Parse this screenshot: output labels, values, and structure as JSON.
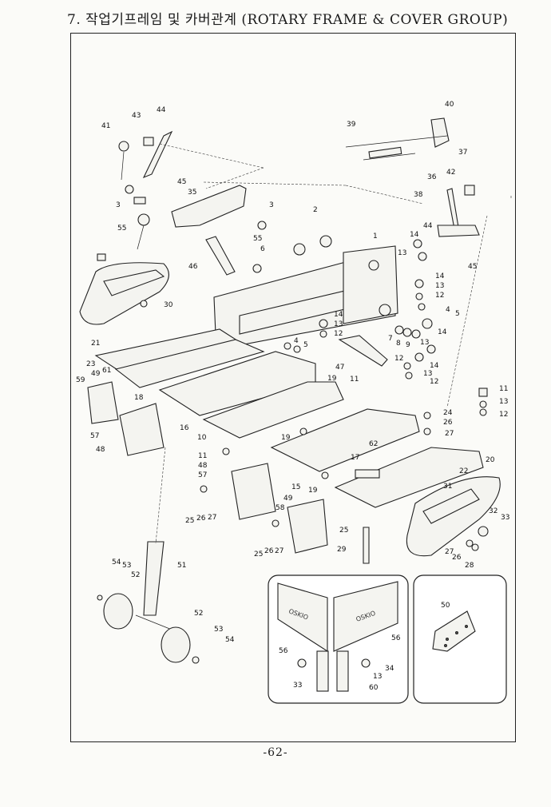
{
  "header": {
    "title": "7. 작업기프레임 및 카버관계 (ROTARY FRAME & COVER GROUP)"
  },
  "footer": {
    "page_number": "-62-"
  },
  "inset_left": {
    "plate_stamp": "OSKIO"
  },
  "callouts": {
    "c40": "40",
    "c39": "39",
    "c37": "37",
    "c36": "36",
    "c38": "38",
    "c42": "42",
    "c44a": "44",
    "c43": "43",
    "c41": "41",
    "c45a": "45",
    "c35": "35",
    "c3a": "3",
    "c55a": "55",
    "c3b": "3",
    "c2": "2",
    "c1": "1",
    "c14a": "14",
    "c13a": "13",
    "c45b": "45",
    "c55b": "55",
    "c6": "6",
    "c46": "46",
    "c44b": "44",
    "c30": "30",
    "c21": "21",
    "c14b": "14",
    "c13b": "13",
    "c12a": "12",
    "c4a": "4",
    "c5a": "5",
    "c14c": "14",
    "c13c": "13",
    "c12b": "12",
    "c4b": "4",
    "c5b": "5",
    "c7": "7",
    "c8": "8",
    "c9": "9",
    "c14d": "14",
    "c13d": "13",
    "c12c": "12",
    "c14e": "14",
    "c13e": "13",
    "c12d": "12",
    "c47": "47",
    "c11a": "11",
    "c23": "23",
    "c61": "61",
    "c49a": "49",
    "c59": "59",
    "c18": "18",
    "c16": "16",
    "c57a": "57",
    "c48a": "48",
    "c10": "10",
    "c19a": "19",
    "c19b": "19",
    "c11b": "11",
    "c13f": "13",
    "c12e": "12",
    "c24": "24",
    "c26a": "26",
    "c27a": "27",
    "c11c": "11",
    "c48b": "48",
    "c57b": "57",
    "c62": "62",
    "c17": "17",
    "c22": "22",
    "c20": "20",
    "c15": "15",
    "c19c": "19",
    "c31": "31",
    "c49b": "49",
    "c58": "58",
    "c25a": "25",
    "c26b": "26",
    "c27b": "27",
    "c25b": "25",
    "c26c": "26",
    "c27c": "27",
    "c25c": "25",
    "c32": "32",
    "c33a": "33",
    "c29": "29",
    "c27d": "27",
    "c26d": "26",
    "c28": "28",
    "c54a": "54",
    "c53a": "53",
    "c52a": "52",
    "c51": "51",
    "c52b": "52",
    "c53b": "53",
    "c54b": "54",
    "c56a": "56",
    "c56b": "56",
    "c33b": "33",
    "c34": "34",
    "c13g": "13",
    "c60": "60",
    "c50": "50"
  }
}
